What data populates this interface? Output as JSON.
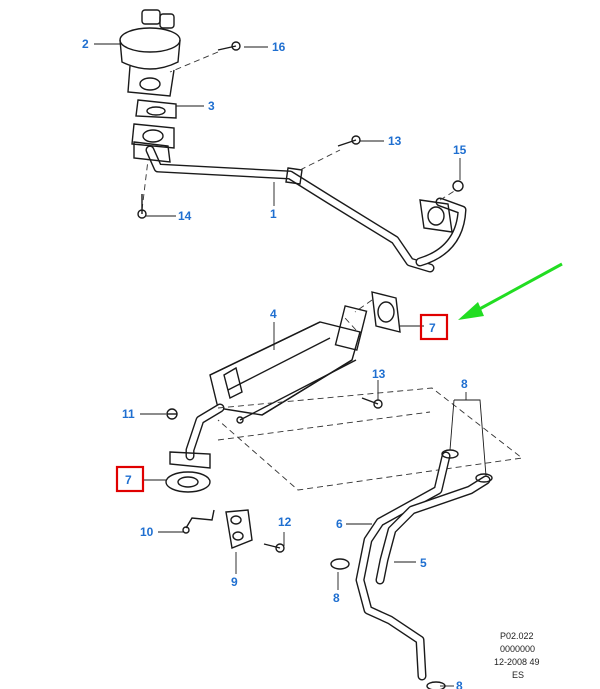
{
  "callouts": {
    "c2": "2",
    "c16": "16",
    "c3": "3",
    "c13a": "13",
    "c15": "15",
    "c14": "14",
    "c1": "1",
    "c4": "4",
    "c7a": "7",
    "c13b": "13",
    "c11": "11",
    "c8a": "8",
    "c7b": "7",
    "c6": "6",
    "c10": "10",
    "c12": "12",
    "c5": "5",
    "c9": "9",
    "c8b": "8",
    "c8c": "8"
  },
  "footer": {
    "line1": "P02.022",
    "line2": "0000000",
    "line3": "12-2008 49",
    "line4": "ES"
  },
  "colors": {
    "callout": "#1f6fd0",
    "highlight": "#e00000",
    "arrow": "#22dd22"
  }
}
